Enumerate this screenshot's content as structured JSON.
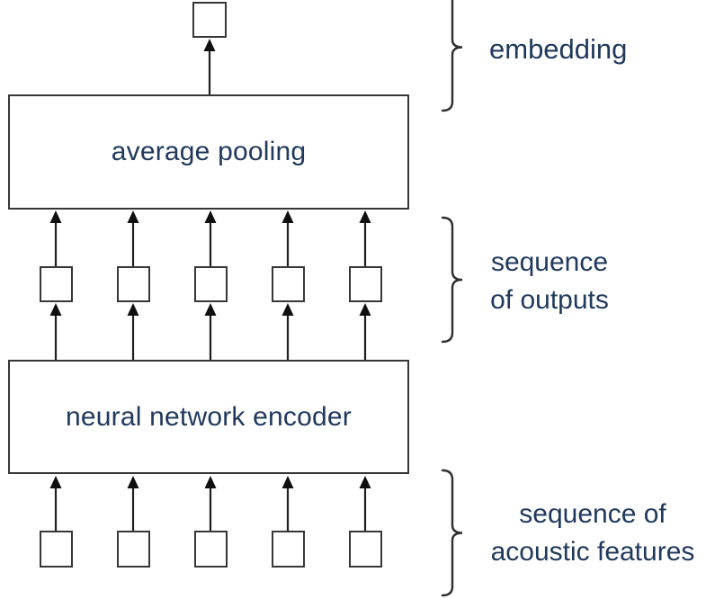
{
  "diagram": {
    "description": "neural network speaker embedding extraction diagram",
    "blocks": {
      "pooling_label": "average pooling",
      "encoder_label": "neural network encoder"
    },
    "annotations": {
      "embedding": {
        "line1": "embedding"
      },
      "outputs": {
        "line1": "sequence",
        "line2": "of outputs"
      },
      "inputs": {
        "line1": "sequence of",
        "line2": "acoustic features"
      }
    },
    "counts": {
      "embedding_boxes": 1,
      "output_boxes": 5,
      "input_boxes": 5
    },
    "colors": {
      "background": "#ffffff",
      "text": "#20395c",
      "line": "#1f1f1f",
      "box_border": "#373737",
      "box_fill": "#ffffff"
    }
  }
}
